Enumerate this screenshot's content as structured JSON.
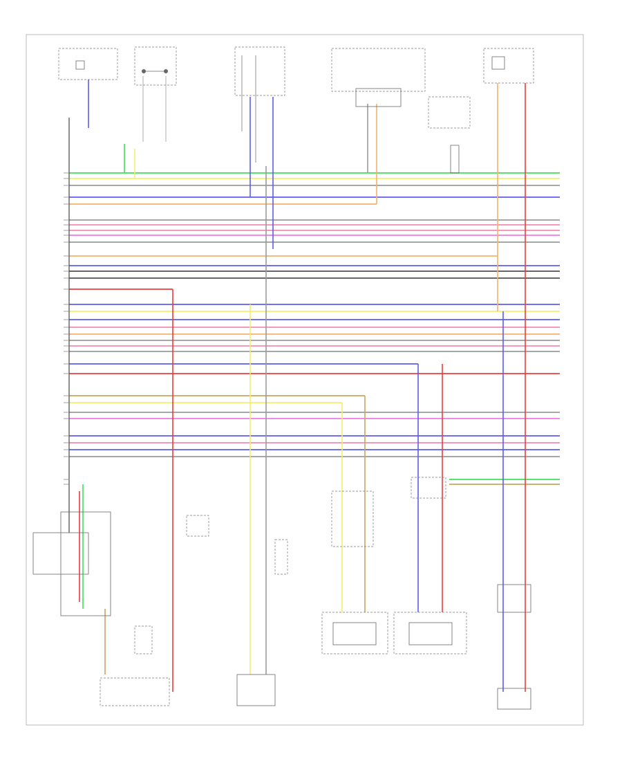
{
  "diagram": {
    "figure_id": "W000000",
    "colors": {
      "blue": "#5b5bf0",
      "green": "#3ee05a",
      "yellow": "#f2ef6a",
      "orange": "#f5b06a",
      "red": "#ef3b3b",
      "pink": "#f58ab0",
      "magenta": "#ee7ae8",
      "gray": "#9a9a9a",
      "black": "#333333",
      "tan": "#c8a460",
      "white": "#cfcfcf"
    },
    "horizontal_wires": [
      {
        "color": "green"
      },
      {
        "color": "yellow"
      },
      {
        "color": "gray"
      },
      {
        "color": "blue"
      },
      {
        "color": "orange"
      },
      {
        "color": "gray"
      },
      {
        "color": "pink"
      },
      {
        "color": "pink"
      },
      {
        "color": "magenta"
      },
      {
        "color": "gray"
      },
      {
        "color": "orange"
      },
      {
        "color": "blue"
      },
      {
        "color": "black"
      },
      {
        "color": "black"
      },
      {
        "color": "red"
      },
      {
        "color": "blue"
      },
      {
        "color": "yellow"
      },
      {
        "color": "blue"
      },
      {
        "color": "pink"
      },
      {
        "color": "orange"
      },
      {
        "color": "gray"
      },
      {
        "color": "pink"
      },
      {
        "color": "gray"
      },
      {
        "color": "blue"
      },
      {
        "color": "red"
      },
      {
        "color": "tan"
      },
      {
        "color": "yellow"
      },
      {
        "color": "gray"
      },
      {
        "color": "magenta"
      },
      {
        "color": "blue"
      },
      {
        "color": "pink"
      },
      {
        "color": "blue"
      },
      {
        "color": "gray"
      },
      {
        "color": "green"
      },
      {
        "color": "tan"
      }
    ]
  }
}
